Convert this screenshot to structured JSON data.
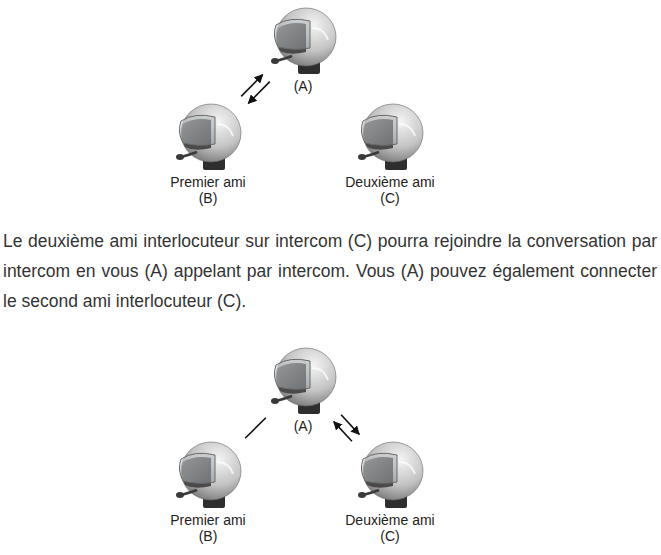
{
  "diagram": {
    "nodes": [
      {
        "text": [
          "(A)"
        ]
      },
      {
        "text": [
          "Premier ami",
          "(B)"
        ]
      },
      {
        "text": [
          "Deuxième ami",
          "(C)"
        ]
      },
      {
        "text": [
          "(A)"
        ]
      },
      {
        "text": [
          "Premier ami",
          "(B)"
        ]
      },
      {
        "text": [
          "Deuxième ami",
          "(C)"
        ]
      }
    ],
    "edges": [
      {
        "from": 0,
        "to": 1,
        "arrow": "to"
      },
      {
        "from": 1,
        "to": 0,
        "arrow": "to"
      },
      {
        "from": 3,
        "to": 4,
        "arrow": "none"
      },
      {
        "from": 3,
        "to": 5,
        "arrow": "to"
      },
      {
        "from": 5,
        "to": 3,
        "arrow": "to"
      }
    ],
    "labels": [
      "Le deuxième ami interlocuteur sur intercom (C) pourra rejoindre la conversation par intercom en vous (A) appelant par intercom. Vous (A) pouvez également connecter le second ami interlocuteur (C)."
    ]
  }
}
